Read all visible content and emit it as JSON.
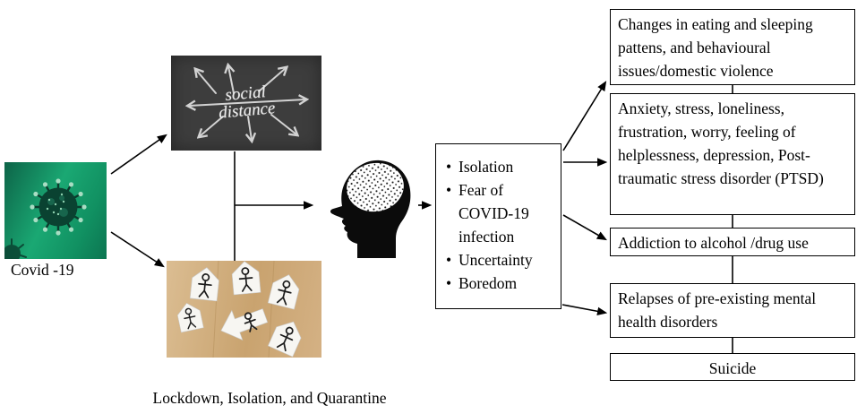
{
  "covid": {
    "label": "Covid -19"
  },
  "blackboard": {
    "word1": "social",
    "word2": "distance"
  },
  "figures": {
    "caption": "Lockdown, Isolation, and Quarantine"
  },
  "stressors": [
    "Isolation",
    "Fear of COVID-19 infection",
    "Uncertainty",
    "Boredom"
  ],
  "outcomes": [
    "Changes in eating and sleeping pattens, and behavioural issues/domestic violence",
    "Anxiety, stress, loneliness, frustration, worry, feeling of helplessness, depression, Post-traumatic stress disorder (PTSD)",
    "Addiction to alcohol /drug use",
    "Relapses of pre-existing mental health disorders",
    "Suicide"
  ],
  "images": {
    "virus_photo": "coronavirus-particle-photo",
    "blackboard_photo": "social-distance-chalkboard-photo",
    "figures_photo": "paper-cutout-people-photo",
    "head_image": "human-head-silhouette-with-stippled-brain"
  },
  "colors": {
    "arrow": "#000000",
    "box_border": "#000000",
    "chalkboard_bg": "#3d3d3d",
    "chalk": "#e3e3e3",
    "virus_green": "#1aa873",
    "wood": "#cfa873"
  }
}
